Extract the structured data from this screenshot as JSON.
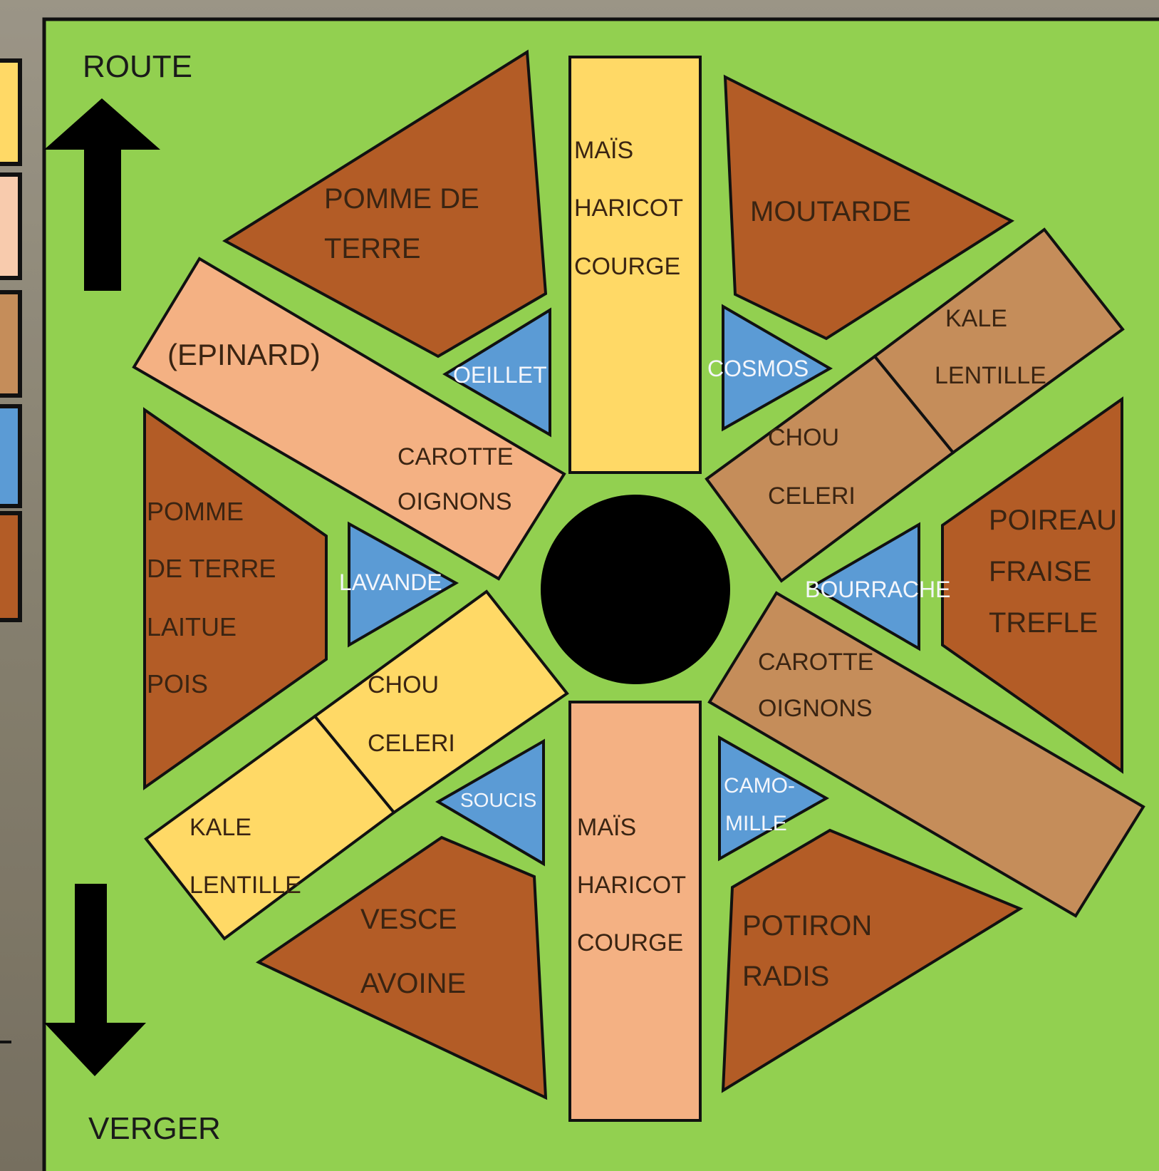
{
  "colors": {
    "background_photo": "#8c8678",
    "lawn": "#92d050",
    "yellow": "#ffd966",
    "peach": "#f4b183",
    "tan": "#c58d5a",
    "brown": "#b35c26",
    "blue": "#5b9bd5",
    "center": "#000000"
  },
  "legend_swatches": [
    "yellow",
    "peach",
    "tan",
    "blue",
    "brown"
  ],
  "directions": {
    "top_label": "ROUTE",
    "bottom_label": "VERGER",
    "top_arrow_icon": "arrow-up-icon",
    "bottom_arrow_icon": "arrow-down-icon"
  },
  "beds": {
    "n_rect": [
      "MAÏS",
      "HARICOT",
      "COURGE"
    ],
    "s_rect": [
      "MAÏS",
      "HARICOT",
      "COURGE"
    ],
    "nw_tri": [
      "POMME DE",
      "TERRE"
    ],
    "ne_tri": [
      "MOUTARDE"
    ],
    "w_trap": [
      "POMME",
      "DE TERRE",
      "LAITUE",
      "POIS"
    ],
    "e_trap": [
      "POIREAU",
      "FRAISE",
      "TREFLE"
    ],
    "sw_tri": [
      "VESCE",
      "AVOINE"
    ],
    "se_tri": [
      "POTIRON",
      "RADIS"
    ],
    "nw_band": {
      "outer": [
        "(EPINARD)"
      ],
      "inner": [
        "CAROTTE",
        "OIGNONS"
      ]
    },
    "ne_band": {
      "outer": [
        "KALE",
        "LENTILLE"
      ],
      "inner": [
        "CHOU",
        "CELERI"
      ]
    },
    "sw_band": {
      "outer": [
        "KALE",
        "LENTILLE"
      ],
      "inner": [
        "CHOU",
        "CELERI"
      ]
    },
    "se_band": [
      "CAROTTE",
      "OIGNONS"
    ]
  },
  "flowers": {
    "oeillet": "OEILLET",
    "cosmos": "COSMOS",
    "lavande": "LAVANDE",
    "bourrache": "BOURRACHE",
    "soucis": "SOUCIS",
    "camomille": [
      "CAMO-",
      "MILLE"
    ]
  }
}
